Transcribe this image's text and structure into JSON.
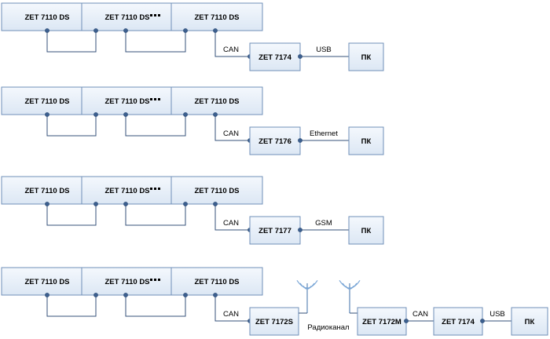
{
  "rows": [
    {
      "sensors": [
        "ZET 7110 DS",
        "ZET 7110 DS",
        "ZET 7110 DS"
      ],
      "can_label": "CAN",
      "gateway": "ZET 7174",
      "link_label": "USB",
      "pc": "ПК"
    },
    {
      "sensors": [
        "ZET 7110 DS",
        "ZET 7110 DS",
        "ZET 7110 DS"
      ],
      "can_label": "CAN",
      "gateway": "ZET 7176",
      "link_label": "Ethernet",
      "pc": "ПК"
    },
    {
      "sensors": [
        "ZET 7110 DS",
        "ZET 7110 DS",
        "ZET 7110 DS"
      ],
      "can_label": "CAN",
      "gateway": "ZET 7177",
      "link_label": "GSM",
      "pc": "ПК"
    },
    {
      "sensors": [
        "ZET 7110 DS",
        "ZET 7110 DS",
        "ZET 7110 DS"
      ],
      "can_label": "CAN",
      "transmitter": "ZET 7172S",
      "radio_label": "Радиоканал",
      "receiver": "ZET 7172M",
      "can_label2": "CAN",
      "gateway": "ZET 7174",
      "link_label": "USB",
      "pc": "ПК"
    }
  ]
}
